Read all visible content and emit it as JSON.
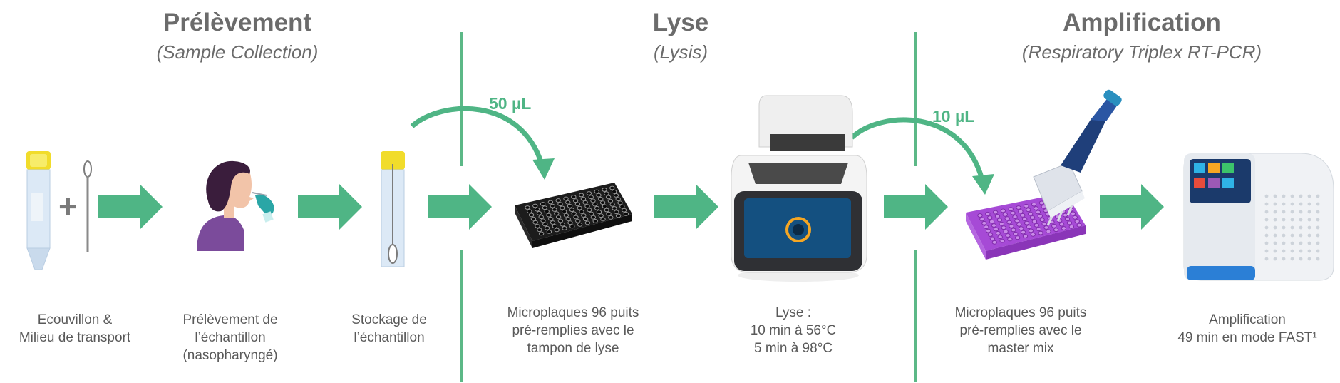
{
  "phases": [
    {
      "title": "Prélèvement",
      "subtitle": "(Sample Collection)"
    },
    {
      "title": "Lyse",
      "subtitle": "(Lysis)"
    },
    {
      "title": "Amplification",
      "subtitle": "(Respiratory Triplex RT-PCR)"
    }
  ],
  "volumes": [
    "50 µL",
    "10 µL"
  ],
  "plus_sign": "+",
  "steps": [
    {
      "lines": [
        "Ecouvillon &",
        "Milieu de transport"
      ]
    },
    {
      "lines": [
        "Prélèvement de",
        "l’échantillon",
        "(nasopharyngé)"
      ]
    },
    {
      "lines": [
        "Stockage de",
        "l’échantillon"
      ]
    },
    {
      "lines": [
        "Microplaques 96 puits",
        "pré-remplies avec le",
        "tampon de lyse"
      ]
    },
    {
      "lines": [
        "Lyse :",
        "10 min à 56°C",
        "5 min à 98°C"
      ]
    },
    {
      "lines": [
        "Microplaques 96 puits",
        "pré-remplies avec le",
        "master mix"
      ]
    },
    {
      "lines": [
        "Amplification",
        "49 min en mode FAST¹"
      ]
    }
  ],
  "colors": {
    "accent": "#4fb585",
    "divider": "#5cb887",
    "text": "#595959",
    "plate_lysis": "#1c1c1c",
    "plate_master": "#a64ad6"
  }
}
